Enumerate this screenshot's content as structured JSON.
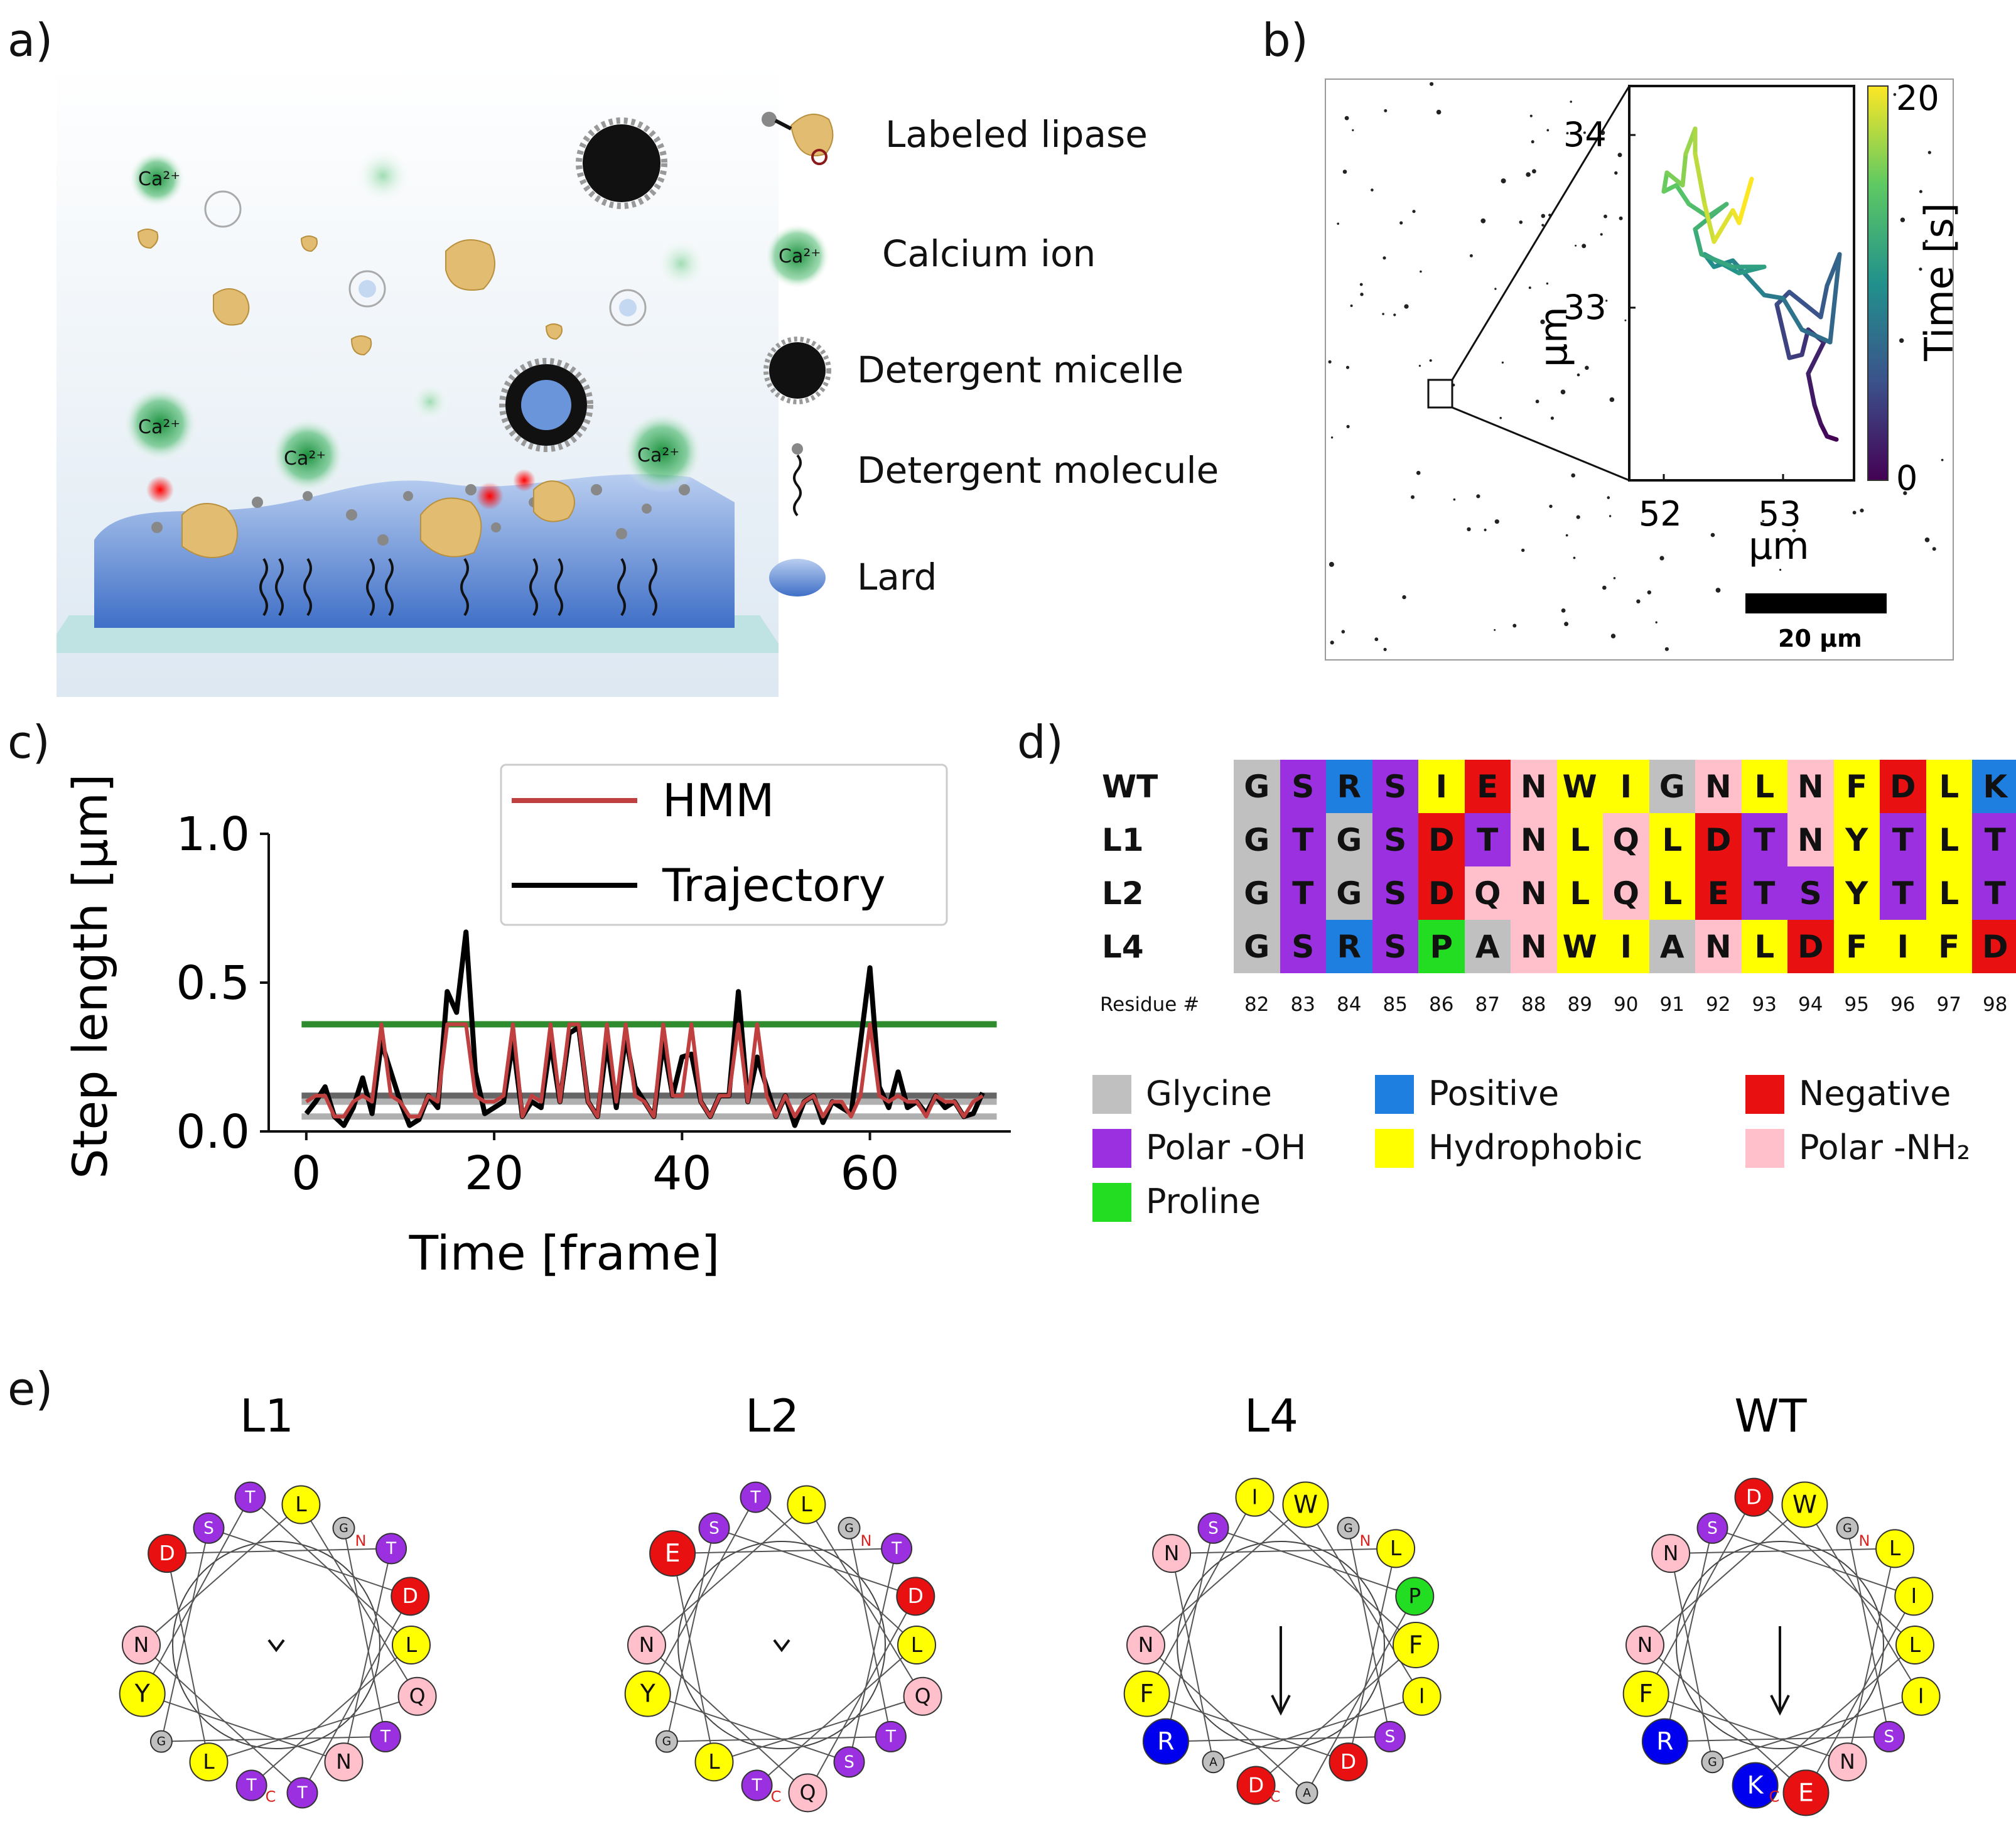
{
  "panels": {
    "a": "a)",
    "b": "b)",
    "c": "c)",
    "d": "d)",
    "e": "e)"
  },
  "panel_a": {
    "scene_labels": {
      "ca_ion": "Ca²⁺"
    },
    "legend": [
      {
        "icon": "labeled-lipase-icon",
        "label": "Labeled lipase"
      },
      {
        "icon": "calcium-ion-icon",
        "label": "Calcium ion"
      },
      {
        "icon": "detergent-micelle-icon",
        "label": "Detergent micelle"
      },
      {
        "icon": "detergent-molecule-icon",
        "label": "Detergent molecule"
      },
      {
        "icon": "lard-icon",
        "label": "Lard"
      }
    ]
  },
  "panel_b": {
    "inset": {
      "x_ticks": [
        "52",
        "53"
      ],
      "y_ticks": [
        "34",
        "33"
      ],
      "xlabel": "µm",
      "ylabel": "µm"
    },
    "colorbar": {
      "label": "Time [s]",
      "min": "0",
      "max": "20"
    },
    "scalebar": "20 µm"
  },
  "chart_data": {
    "type": "line",
    "title": "",
    "xlabel": "Time [frame]",
    "ylabel": "Step length [µm]",
    "xlim": [
      -4,
      75
    ],
    "ylim": [
      0,
      1.0
    ],
    "x_ticks": [
      "0",
      "20",
      "40",
      "60"
    ],
    "y_ticks": [
      "0.0",
      "0.5",
      "1.0"
    ],
    "legend_position": "top-right",
    "hlines": [
      {
        "y": 0.36,
        "color": "#2e8b2e"
      },
      {
        "y": 0.12,
        "color": "#666666"
      },
      {
        "y": 0.1,
        "color": "#b0b0b0"
      },
      {
        "y": 0.05,
        "color": "#b0b0b0"
      }
    ],
    "series": [
      {
        "name": "Trajectory",
        "color": "#000000",
        "x": [
          0,
          1,
          2,
          3,
          4,
          5,
          6,
          7,
          8,
          9,
          10,
          11,
          12,
          13,
          14,
          15,
          16,
          17,
          18,
          19,
          20,
          21,
          22,
          23,
          24,
          25,
          26,
          27,
          28,
          29,
          30,
          31,
          32,
          33,
          34,
          35,
          36,
          37,
          38,
          39,
          40,
          41,
          42,
          43,
          44,
          45,
          46,
          47,
          48,
          49,
          50,
          51,
          52,
          53,
          54,
          55,
          56,
          57,
          58,
          59,
          60,
          61,
          62,
          63,
          64,
          65,
          66,
          67,
          68,
          69,
          70,
          71,
          72
        ],
        "y": [
          0.06,
          0.1,
          0.15,
          0.05,
          0.02,
          0.08,
          0.18,
          0.06,
          0.3,
          0.2,
          0.1,
          0.02,
          0.04,
          0.12,
          0.08,
          0.47,
          0.4,
          0.67,
          0.2,
          0.06,
          0.08,
          0.1,
          0.3,
          0.05,
          0.1,
          0.08,
          0.3,
          0.1,
          0.33,
          0.35,
          0.1,
          0.05,
          0.3,
          0.08,
          0.32,
          0.15,
          0.1,
          0.05,
          0.3,
          0.12,
          0.25,
          0.26,
          0.1,
          0.05,
          0.12,
          0.12,
          0.47,
          0.1,
          0.25,
          0.15,
          0.05,
          0.12,
          0.02,
          0.1,
          0.12,
          0.03,
          0.1,
          0.08,
          0.06,
          0.3,
          0.55,
          0.15,
          0.08,
          0.2,
          0.08,
          0.1,
          0.06,
          0.12,
          0.08,
          0.1,
          0.05,
          0.06,
          0.13
        ]
      },
      {
        "name": "HMM",
        "color": "#c04040",
        "x": [
          0,
          1,
          2,
          3,
          4,
          5,
          6,
          7,
          8,
          9,
          10,
          11,
          12,
          13,
          14,
          15,
          16,
          17,
          18,
          19,
          20,
          21,
          22,
          23,
          24,
          25,
          26,
          27,
          28,
          29,
          30,
          31,
          32,
          33,
          34,
          35,
          36,
          37,
          38,
          39,
          40,
          41,
          42,
          43,
          44,
          45,
          46,
          47,
          48,
          49,
          50,
          51,
          52,
          53,
          54,
          55,
          56,
          57,
          58,
          59,
          60,
          61,
          62,
          63,
          64,
          65,
          66,
          67,
          68,
          69,
          70,
          71,
          72
        ],
        "y": [
          0.1,
          0.12,
          0.12,
          0.05,
          0.05,
          0.1,
          0.12,
          0.1,
          0.36,
          0.12,
          0.1,
          0.05,
          0.05,
          0.12,
          0.1,
          0.36,
          0.36,
          0.36,
          0.12,
          0.1,
          0.1,
          0.12,
          0.36,
          0.05,
          0.12,
          0.1,
          0.36,
          0.1,
          0.36,
          0.36,
          0.1,
          0.05,
          0.36,
          0.1,
          0.36,
          0.12,
          0.1,
          0.05,
          0.36,
          0.12,
          0.12,
          0.36,
          0.1,
          0.05,
          0.12,
          0.12,
          0.36,
          0.1,
          0.36,
          0.12,
          0.05,
          0.12,
          0.05,
          0.1,
          0.12,
          0.05,
          0.1,
          0.1,
          0.05,
          0.12,
          0.36,
          0.12,
          0.1,
          0.12,
          0.1,
          0.1,
          0.05,
          0.12,
          0.1,
          0.1,
          0.05,
          0.1,
          0.12
        ]
      }
    ]
  },
  "panel_d": {
    "rows": [
      {
        "label": "WT",
        "seq": [
          "G",
          "S",
          "R",
          "S",
          "I",
          "E",
          "N",
          "W",
          "I",
          "G",
          "N",
          "L",
          "N",
          "F",
          "D",
          "L",
          "K"
        ]
      },
      {
        "label": "L1",
        "seq": [
          "G",
          "T",
          "G",
          "S",
          "D",
          "T",
          "N",
          "L",
          "Q",
          "L",
          "D",
          "T",
          "N",
          "Y",
          "T",
          "L",
          "T"
        ]
      },
      {
        "label": "L2",
        "seq": [
          "G",
          "T",
          "G",
          "S",
          "D",
          "Q",
          "N",
          "L",
          "Q",
          "L",
          "E",
          "T",
          "S",
          "Y",
          "T",
          "L",
          "T"
        ]
      },
      {
        "label": "L4",
        "seq": [
          "G",
          "S",
          "R",
          "S",
          "P",
          "A",
          "N",
          "W",
          "I",
          "A",
          "N",
          "L",
          "D",
          "F",
          "I",
          "F",
          "D"
        ]
      }
    ],
    "residue_header": "Residue #",
    "residue_numbers": [
      "82",
      "83",
      "84",
      "85",
      "86",
      "87",
      "88",
      "89",
      "90",
      "91",
      "92",
      "93",
      "94",
      "95",
      "96",
      "97",
      "98"
    ],
    "legend": [
      {
        "label": "Glycine",
        "color": "#c0c0c0"
      },
      {
        "label": "Positive",
        "color": "#1f7fe0"
      },
      {
        "label": "Negative",
        "color": "#e81010"
      },
      {
        "label": "Polar -OH",
        "color": "#9a30e0"
      },
      {
        "label": "Hydrophobic",
        "color": "#ffff00"
      },
      {
        "label": "Polar -NH₂",
        "color": "#ffc0cb"
      },
      {
        "label": "Proline",
        "color": "#22dd22"
      }
    ],
    "colors": {
      "G": "#c0c0c0",
      "A": "#c0c0c0",
      "R": "#1f7fe0",
      "K": "#1f7fe0",
      "D": "#e81010",
      "E": "#e81010",
      "S": "#9a30e0",
      "T": "#9a30e0",
      "I": "#ffff00",
      "L": "#ffff00",
      "W": "#ffff00",
      "F": "#ffff00",
      "Y": "#ffff00",
      "N": "#ffc0cb",
      "Q": "#ffc0cb",
      "P": "#22dd22"
    }
  },
  "panel_e": {
    "terminus": {
      "n": "N",
      "c": "C"
    },
    "wheels": [
      {
        "title": "L1",
        "moment": "small",
        "residues": [
          "G",
          "T",
          "G",
          "S",
          "D",
          "T",
          "N",
          "L",
          "Q",
          "L",
          "D",
          "T",
          "N",
          "Y",
          "T",
          "L",
          "T"
        ]
      },
      {
        "title": "L2",
        "moment": "small",
        "residues": [
          "G",
          "T",
          "G",
          "S",
          "D",
          "Q",
          "N",
          "L",
          "Q",
          "L",
          "E",
          "T",
          "S",
          "Y",
          "T",
          "L",
          "T"
        ]
      },
      {
        "title": "L4",
        "moment": "large",
        "residues": [
          "G",
          "S",
          "R",
          "S",
          "P",
          "A",
          "N",
          "W",
          "I",
          "A",
          "N",
          "L",
          "D",
          "F",
          "I",
          "F",
          "D"
        ]
      },
      {
        "title": "WT",
        "moment": "large",
        "residues": [
          "G",
          "S",
          "R",
          "S",
          "I",
          "E",
          "N",
          "W",
          "I",
          "G",
          "N",
          "L",
          "N",
          "F",
          "D",
          "L",
          "K"
        ]
      }
    ],
    "wheel_colors": {
      "G": "#c0c0c0",
      "A": "#c0c0c0",
      "R": "#0000ee",
      "K": "#0000ee",
      "D": "#e81010",
      "E": "#e81010",
      "S": "#9a30e0",
      "T": "#9a30e0",
      "I": "#ffff00",
      "L": "#ffff00",
      "W": "#ffff00",
      "F": "#ffff00",
      "Y": "#ffff00",
      "N": "#ffc0cb",
      "Q": "#ffc0cb",
      "P": "#22dd22"
    }
  }
}
